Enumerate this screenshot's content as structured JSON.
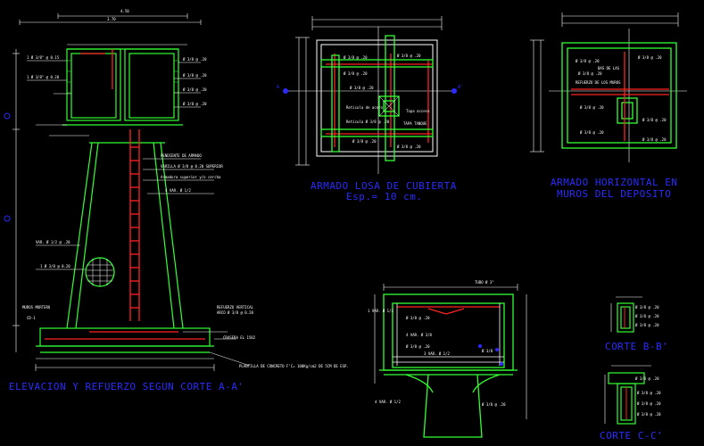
{
  "drawing": {
    "background": "#000000",
    "colors": {
      "concrete": "#33ff33",
      "rebar": "#ff2222",
      "dimension": "#ffffff",
      "title": "#2b2bff",
      "section_marker": "#2b2bff",
      "annotation": "#ffffff"
    },
    "titles": {
      "elevation": "ELEVACION Y REFUERZO SEGUN CORTE A-A'",
      "slab_line1": "ARMADO LOSA DE CUBIERTA",
      "slab_line2": "Esp.= 10 cm.",
      "walls_line1": "ARMADO HORIZONTAL EN",
      "walls_line2": "MUROS DEL DEPOSITO",
      "section_b": "CORTE B-B'",
      "section_c": "CORTE C-C'"
    },
    "section_marks": {
      "a_left": "A",
      "a_right": "A'"
    }
  }
}
